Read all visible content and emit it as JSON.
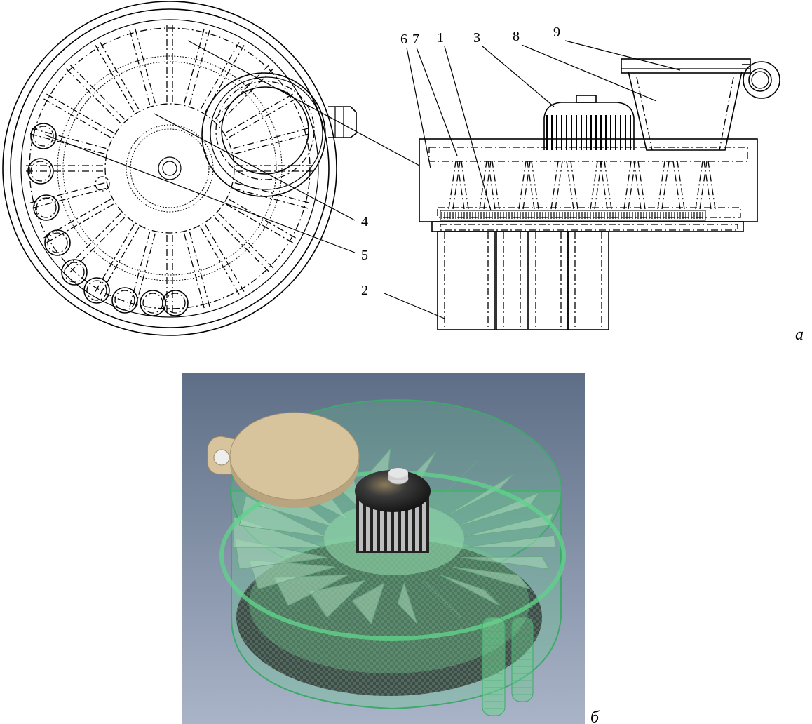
{
  "figure_a": {
    "caption": "а",
    "callouts": [
      {
        "id": "c6",
        "text": "6"
      },
      {
        "id": "c7",
        "text": "7"
      },
      {
        "id": "c1",
        "text": "1"
      },
      {
        "id": "c3",
        "text": "3"
      },
      {
        "id": "c8",
        "text": "8"
      },
      {
        "id": "c9",
        "text": "9"
      },
      {
        "id": "c4",
        "text": "4"
      },
      {
        "id": "c5",
        "text": "5"
      },
      {
        "id": "c2",
        "text": "2"
      }
    ]
  },
  "figure_b": {
    "caption": "б",
    "colors": {
      "background_top": "#5d6e86",
      "background_bottom": "#aab4c8",
      "housing": "#5fd28a",
      "lid": "#d8c49c",
      "cap": "#2a2a2a"
    }
  }
}
